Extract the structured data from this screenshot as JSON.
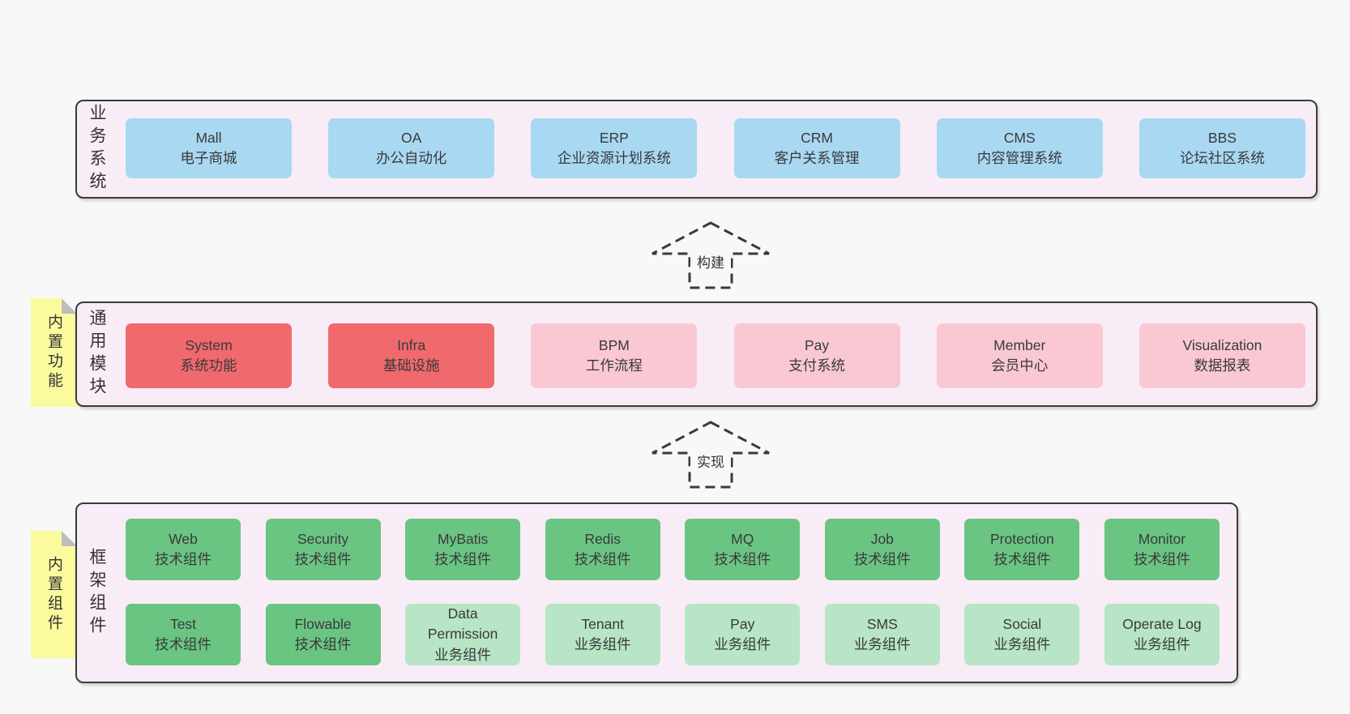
{
  "colors": {
    "page_bg": "#f8f8f8",
    "container_bg": "#f8edf6",
    "container_border": "#3b3b3b",
    "box_blue": "#a8d8f2",
    "box_red": "#f0696d",
    "box_pink": "#f9c8d3",
    "box_green_dark": "#6ac583",
    "box_green_light": "#b7e5c5",
    "sticky_yellow": "#fbfb9e",
    "fold_gray": "#bdbdbd",
    "text": "#3a3a3a"
  },
  "layers": {
    "business": {
      "label": "业务系统",
      "boxes": [
        {
          "name": "Mall",
          "desc": "电子商城"
        },
        {
          "name": "OA",
          "desc": "办公自动化"
        },
        {
          "name": "ERP",
          "desc": "企业资源计划系统"
        },
        {
          "name": "CRM",
          "desc": "客户关系管理"
        },
        {
          "name": "CMS",
          "desc": "内容管理系统"
        },
        {
          "name": "BBS",
          "desc": "论坛社区系统"
        }
      ]
    },
    "modules": {
      "label": "通用模块",
      "sticky": "内置功能",
      "boxes": [
        {
          "name": "System",
          "desc": "系统功能",
          "variant": "red"
        },
        {
          "name": "Infra",
          "desc": "基础设施",
          "variant": "red"
        },
        {
          "name": "BPM",
          "desc": "工作流程",
          "variant": "pink"
        },
        {
          "name": "Pay",
          "desc": "支付系统",
          "variant": "pink"
        },
        {
          "name": "Member",
          "desc": "会员中心",
          "variant": "pink"
        },
        {
          "name": "Visualization",
          "desc": "数据报表",
          "variant": "pink"
        }
      ]
    },
    "components": {
      "label": "框架组件",
      "sticky": "内置组件",
      "row1": [
        {
          "name": "Web",
          "desc": "技术组件",
          "variant": "green-dark"
        },
        {
          "name": "Security",
          "desc": "技术组件",
          "variant": "green-dark"
        },
        {
          "name": "MyBatis",
          "desc": "技术组件",
          "variant": "green-dark"
        },
        {
          "name": "Redis",
          "desc": "技术组件",
          "variant": "green-dark"
        },
        {
          "name": "MQ",
          "desc": "技术组件",
          "variant": "green-dark"
        },
        {
          "name": "Job",
          "desc": "技术组件",
          "variant": "green-dark"
        },
        {
          "name": "Protection",
          "desc": "技术组件",
          "variant": "green-dark"
        },
        {
          "name": "Monitor",
          "desc": "技术组件",
          "variant": "green-dark"
        }
      ],
      "row2": [
        {
          "name": "Test",
          "desc": "技术组件",
          "variant": "green-dark"
        },
        {
          "name": "Flowable",
          "desc": "技术组件",
          "variant": "green-dark"
        },
        {
          "name": "Data Permission",
          "desc": "业务组件",
          "variant": "green-light"
        },
        {
          "name": "Tenant",
          "desc": "业务组件",
          "variant": "green-light"
        },
        {
          "name": "Pay",
          "desc": "业务组件",
          "variant": "green-light"
        },
        {
          "name": "SMS",
          "desc": "业务组件",
          "variant": "green-light"
        },
        {
          "name": "Social",
          "desc": "业务组件",
          "variant": "green-light"
        },
        {
          "name": "Operate Log",
          "desc": "业务组件",
          "variant": "green-light"
        }
      ]
    }
  },
  "arrows": {
    "build": {
      "label": "构建"
    },
    "implement": {
      "label": "实现"
    }
  }
}
